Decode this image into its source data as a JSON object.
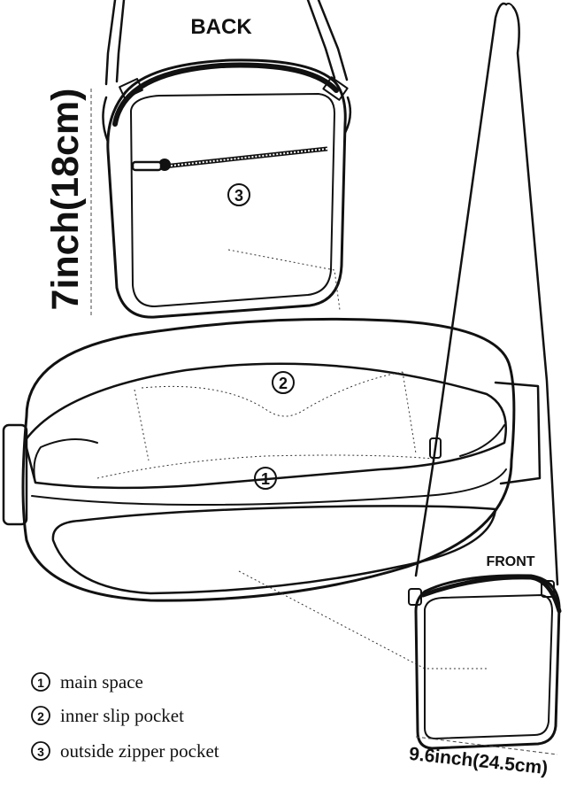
{
  "views": {
    "back_label": "BACK",
    "front_label": "FRONT"
  },
  "dimensions": {
    "height": "7inch(18cm)",
    "width": "9.6inch(24.5cm)"
  },
  "callouts": {
    "one": "1",
    "two": "2",
    "three": "3"
  },
  "legend": [
    {
      "num": "1",
      "text": "main space"
    },
    {
      "num": "2",
      "text": "inner slip pocket"
    },
    {
      "num": "3",
      "text": "outside zipper pocket"
    }
  ]
}
